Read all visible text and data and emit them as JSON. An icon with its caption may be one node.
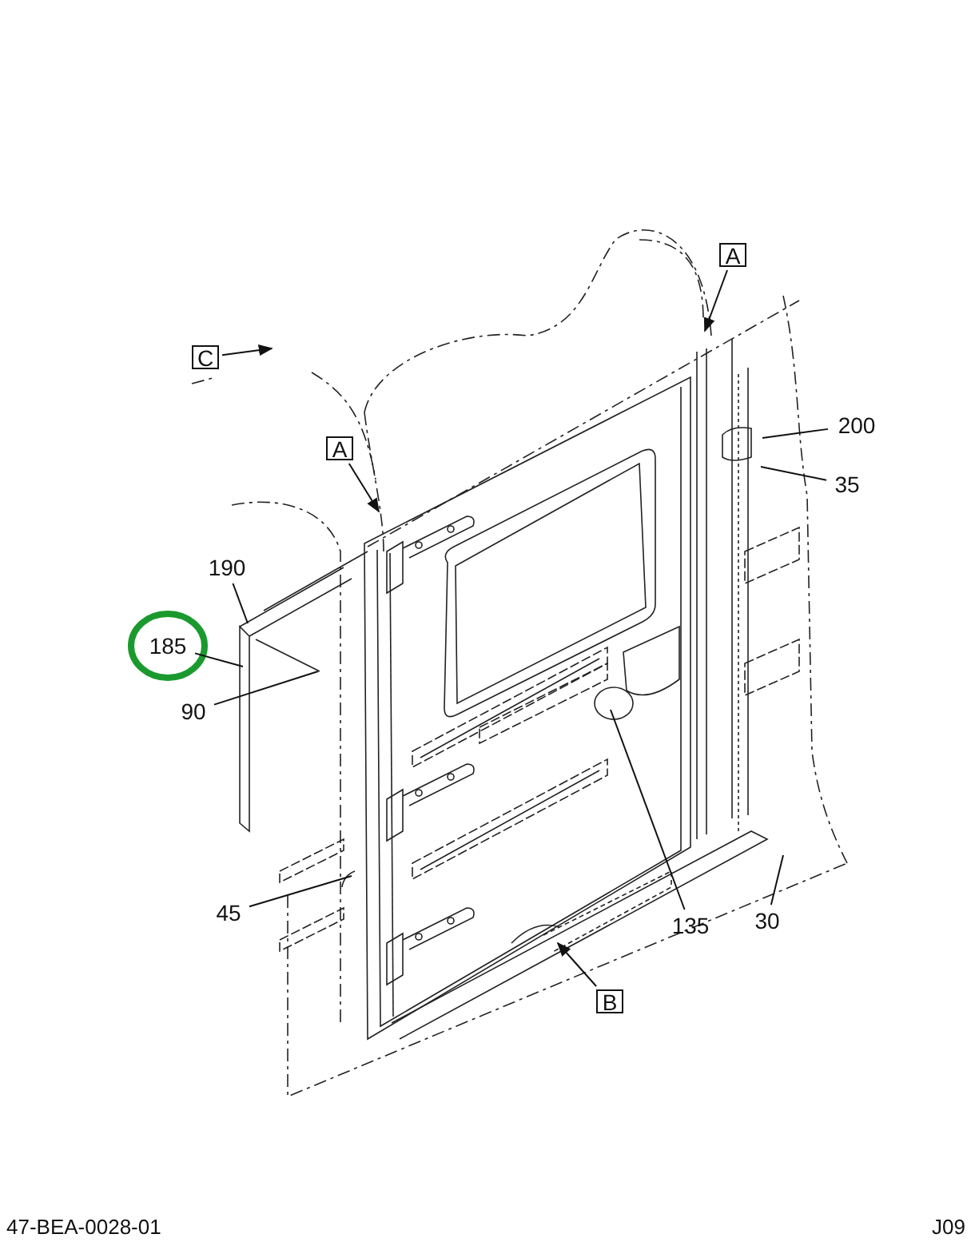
{
  "diagram": {
    "nodes": [
      {
        "text": [
          "C"
        ]
      },
      {
        "text": [
          "A"
        ]
      },
      {
        "text": [
          "A"
        ]
      },
      {
        "text": [
          "B"
        ]
      },
      {
        "text": [
          "200"
        ]
      },
      {
        "text": [
          "35"
        ]
      },
      {
        "text": [
          "190"
        ]
      },
      {
        "text": [
          "185"
        ]
      },
      {
        "text": [
          "90"
        ]
      },
      {
        "text": [
          "45"
        ]
      },
      {
        "text": [
          "135"
        ]
      },
      {
        "text": [
          "30"
        ]
      }
    ],
    "edges": [
      {
        "from": 0,
        "to": null,
        "arrow": "to"
      },
      {
        "from": 1,
        "to": null,
        "arrow": "to"
      },
      {
        "from": 2,
        "to": null,
        "arrow": "to"
      },
      {
        "from": 3,
        "to": null,
        "arrow": "to"
      },
      {
        "from": 4,
        "to": null,
        "arrow": "none"
      },
      {
        "from": 5,
        "to": null,
        "arrow": "none"
      },
      {
        "from": 6,
        "to": null,
        "arrow": "none"
      },
      {
        "from": 7,
        "to": null,
        "arrow": "none"
      },
      {
        "from": 8,
        "to": null,
        "arrow": "none"
      },
      {
        "from": 9,
        "to": null,
        "arrow": "none"
      },
      {
        "from": 10,
        "to": null,
        "arrow": "none"
      },
      {
        "from": 11,
        "to": null,
        "arrow": "none"
      }
    ],
    "labels": [
      "47-BEA-0028-01",
      "J09"
    ]
  }
}
